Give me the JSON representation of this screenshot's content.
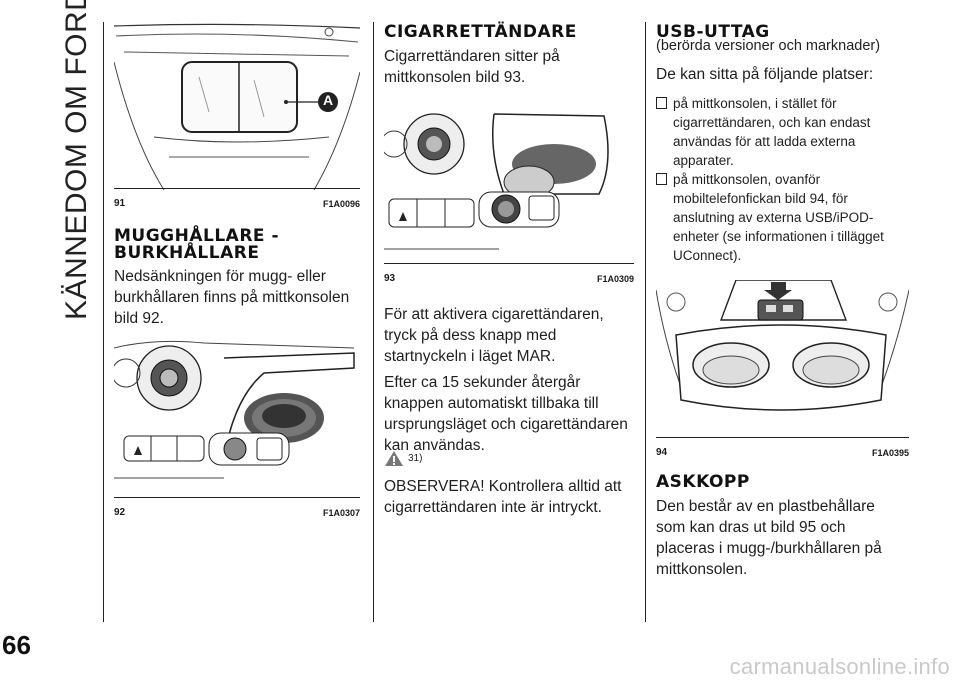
{
  "section_title": "KÄNNEDOM OM FORDONET",
  "page_number": "66",
  "watermark": "carmanualsonline.info",
  "figures": {
    "fig91": {
      "number": "91",
      "code": "F1A0096",
      "callout": "A"
    },
    "fig92": {
      "number": "92",
      "code": "F1A0307"
    },
    "fig93": {
      "number": "93",
      "code": "F1A0309"
    },
    "fig94": {
      "number": "94",
      "code": "F1A0395"
    }
  },
  "mugghallare": {
    "heading_line1": "MUGGHÅLLARE -",
    "heading_line2": "BURKHÅLLARE",
    "text": "Nedsänkningen för mugg- eller burkhållaren finns på mittkonsolen bild 92."
  },
  "cigarrettandare": {
    "heading": "CIGARRETTÄNDARE",
    "intro": "Cigarrettändaren sitter på mittkonsolen bild 93.",
    "p1": "För att aktivera cigarettändaren, tryck på dess knapp med startnyckeln i läget MAR.",
    "p2": "Efter ca 15 sekunder återgår knappen automatiskt tillbaka till ursprungsläget och cigarettändaren kan användas.",
    "warning_ref": "31)",
    "note": "OBSERVERA! Kontrollera alltid att cigarrettändaren inte är intryckt."
  },
  "usb": {
    "heading": "USB-UTTAG",
    "subheading": "(berörda versioner och marknader)",
    "intro": "De kan sitta på följande platser:",
    "bullets": [
      "på mittkonsolen, i stället för cigarrettändaren, och kan endast användas för att ladda externa apparater.",
      "på mittkonsolen, ovanför mobiltelefonfickan bild 94, för anslutning av externa USB/iPOD-enheter (se informationen i tillägget UConnect)."
    ]
  },
  "askkopp": {
    "heading": "ASKKOPP",
    "text": "Den består av en plastbehållare som kan dras ut bild 95 och placeras i mugg-/burkhållaren på mittkonsolen."
  }
}
